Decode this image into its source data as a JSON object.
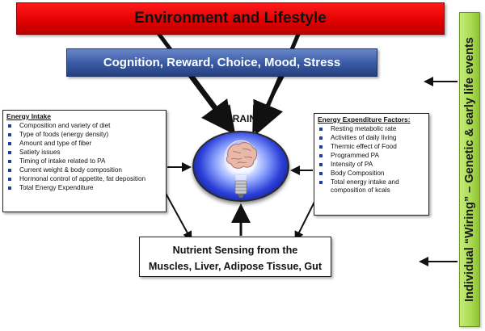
{
  "banners": {
    "environment": "Environment and Lifestyle",
    "cognition": "Cognition, Reward, Choice, Mood, Stress"
  },
  "wiring": "Individual “Wiring” – Genetic & early life events",
  "brain": {
    "label": "BRAIN",
    "icon": "brain-lightbulb-icon"
  },
  "energy_intake": {
    "title": "Energy Intake",
    "items": [
      "Composition and variety of diet",
      "Type of foods (energy density)",
      "Amount and type of fiber",
      "Satiety issues",
      "Timing of intake related to PA",
      "Current weight & body composition",
      "Hormonal control of appetite, fat deposition",
      "Total Energy Expenditure"
    ]
  },
  "energy_expenditure": {
    "title": "Energy Expenditure Factors:",
    "items": [
      "Resting metabolic rate",
      "Activities of daily living",
      "Thermic effect of Food",
      "Programmed PA",
      "Intensity of PA",
      "Body Composition",
      "Total energy intake and composition of kcals"
    ]
  },
  "nutrient_sensing": {
    "line1": "Nutrient Sensing from the",
    "line2": "Muscles, Liver, Adipose Tissue, Gut"
  },
  "colors": {
    "environment_banner": "#e00000",
    "cognition_banner": "#3b5ca8",
    "wiring_bar": "#a8d94e",
    "bullet": "#1f3fa8",
    "arrow": "#111111"
  }
}
